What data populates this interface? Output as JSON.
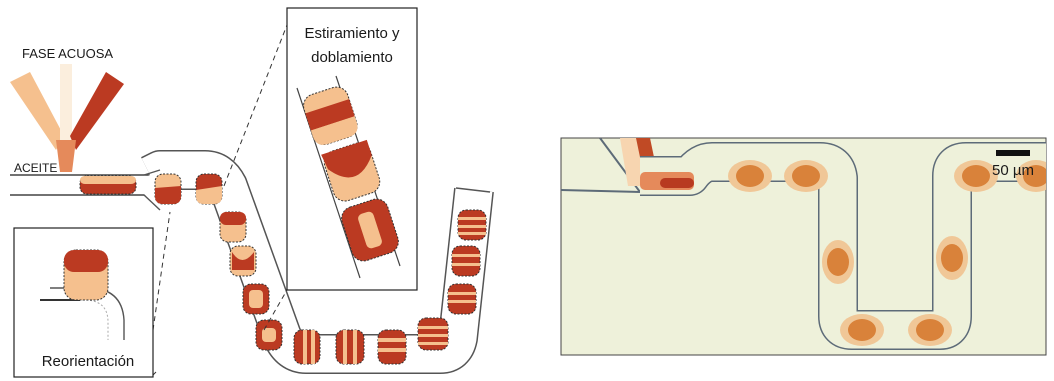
{
  "labels": {
    "aqueous_phase": "FASE ACUOSA",
    "oil": "ACEITE",
    "stretch_line1": "Estiramiento y",
    "stretch_line2": "doblamiento",
    "reorientation": "Reorientación",
    "scale_bar": "50 µm"
  },
  "colors": {
    "fluid_light": "#f5c08e",
    "fluid_dark": "#bb3a22",
    "fluid_center": "#fbeedd",
    "channel_wall": "#444444",
    "photo_background": "#eef1da",
    "photo_wall": "#5d6b78",
    "photo_droplet": "#d9823a"
  },
  "icons": [
    "droplet-glyph",
    "scale-bar"
  ]
}
